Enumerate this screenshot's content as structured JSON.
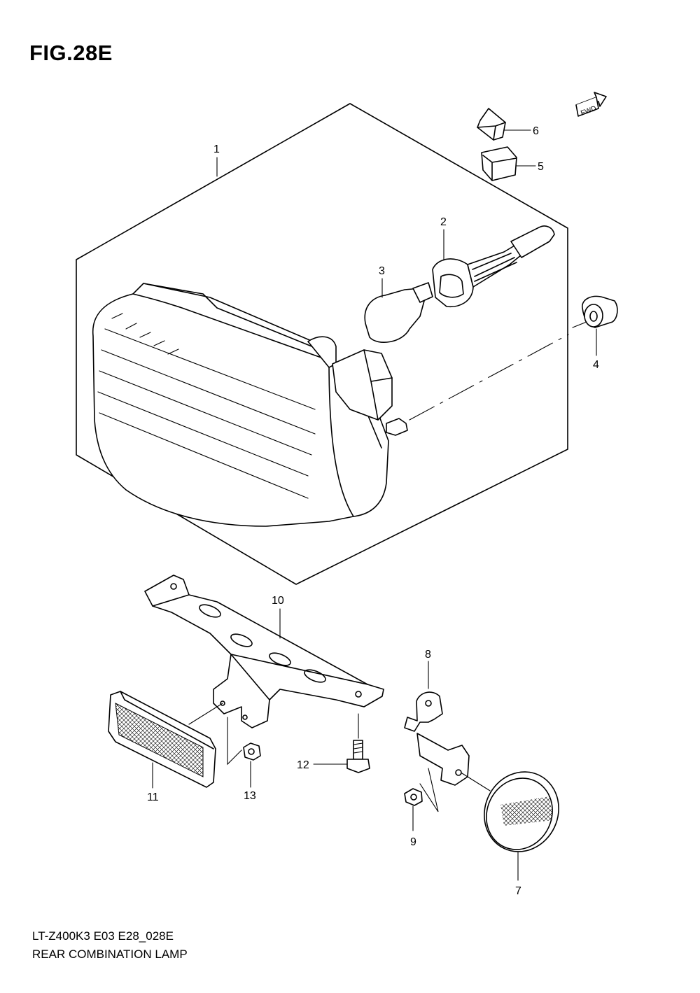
{
  "figure_title": "FIG.28E",
  "fwd_label": "FWD",
  "callouts": [
    "1",
    "2",
    "3",
    "4",
    "5",
    "6",
    "7",
    "8",
    "9",
    "10",
    "11",
    "12",
    "13"
  ],
  "footer": {
    "model_code": "LT-Z400K3 E03 E28_028E",
    "assembly_name": "REAR COMBINATION LAMP"
  }
}
